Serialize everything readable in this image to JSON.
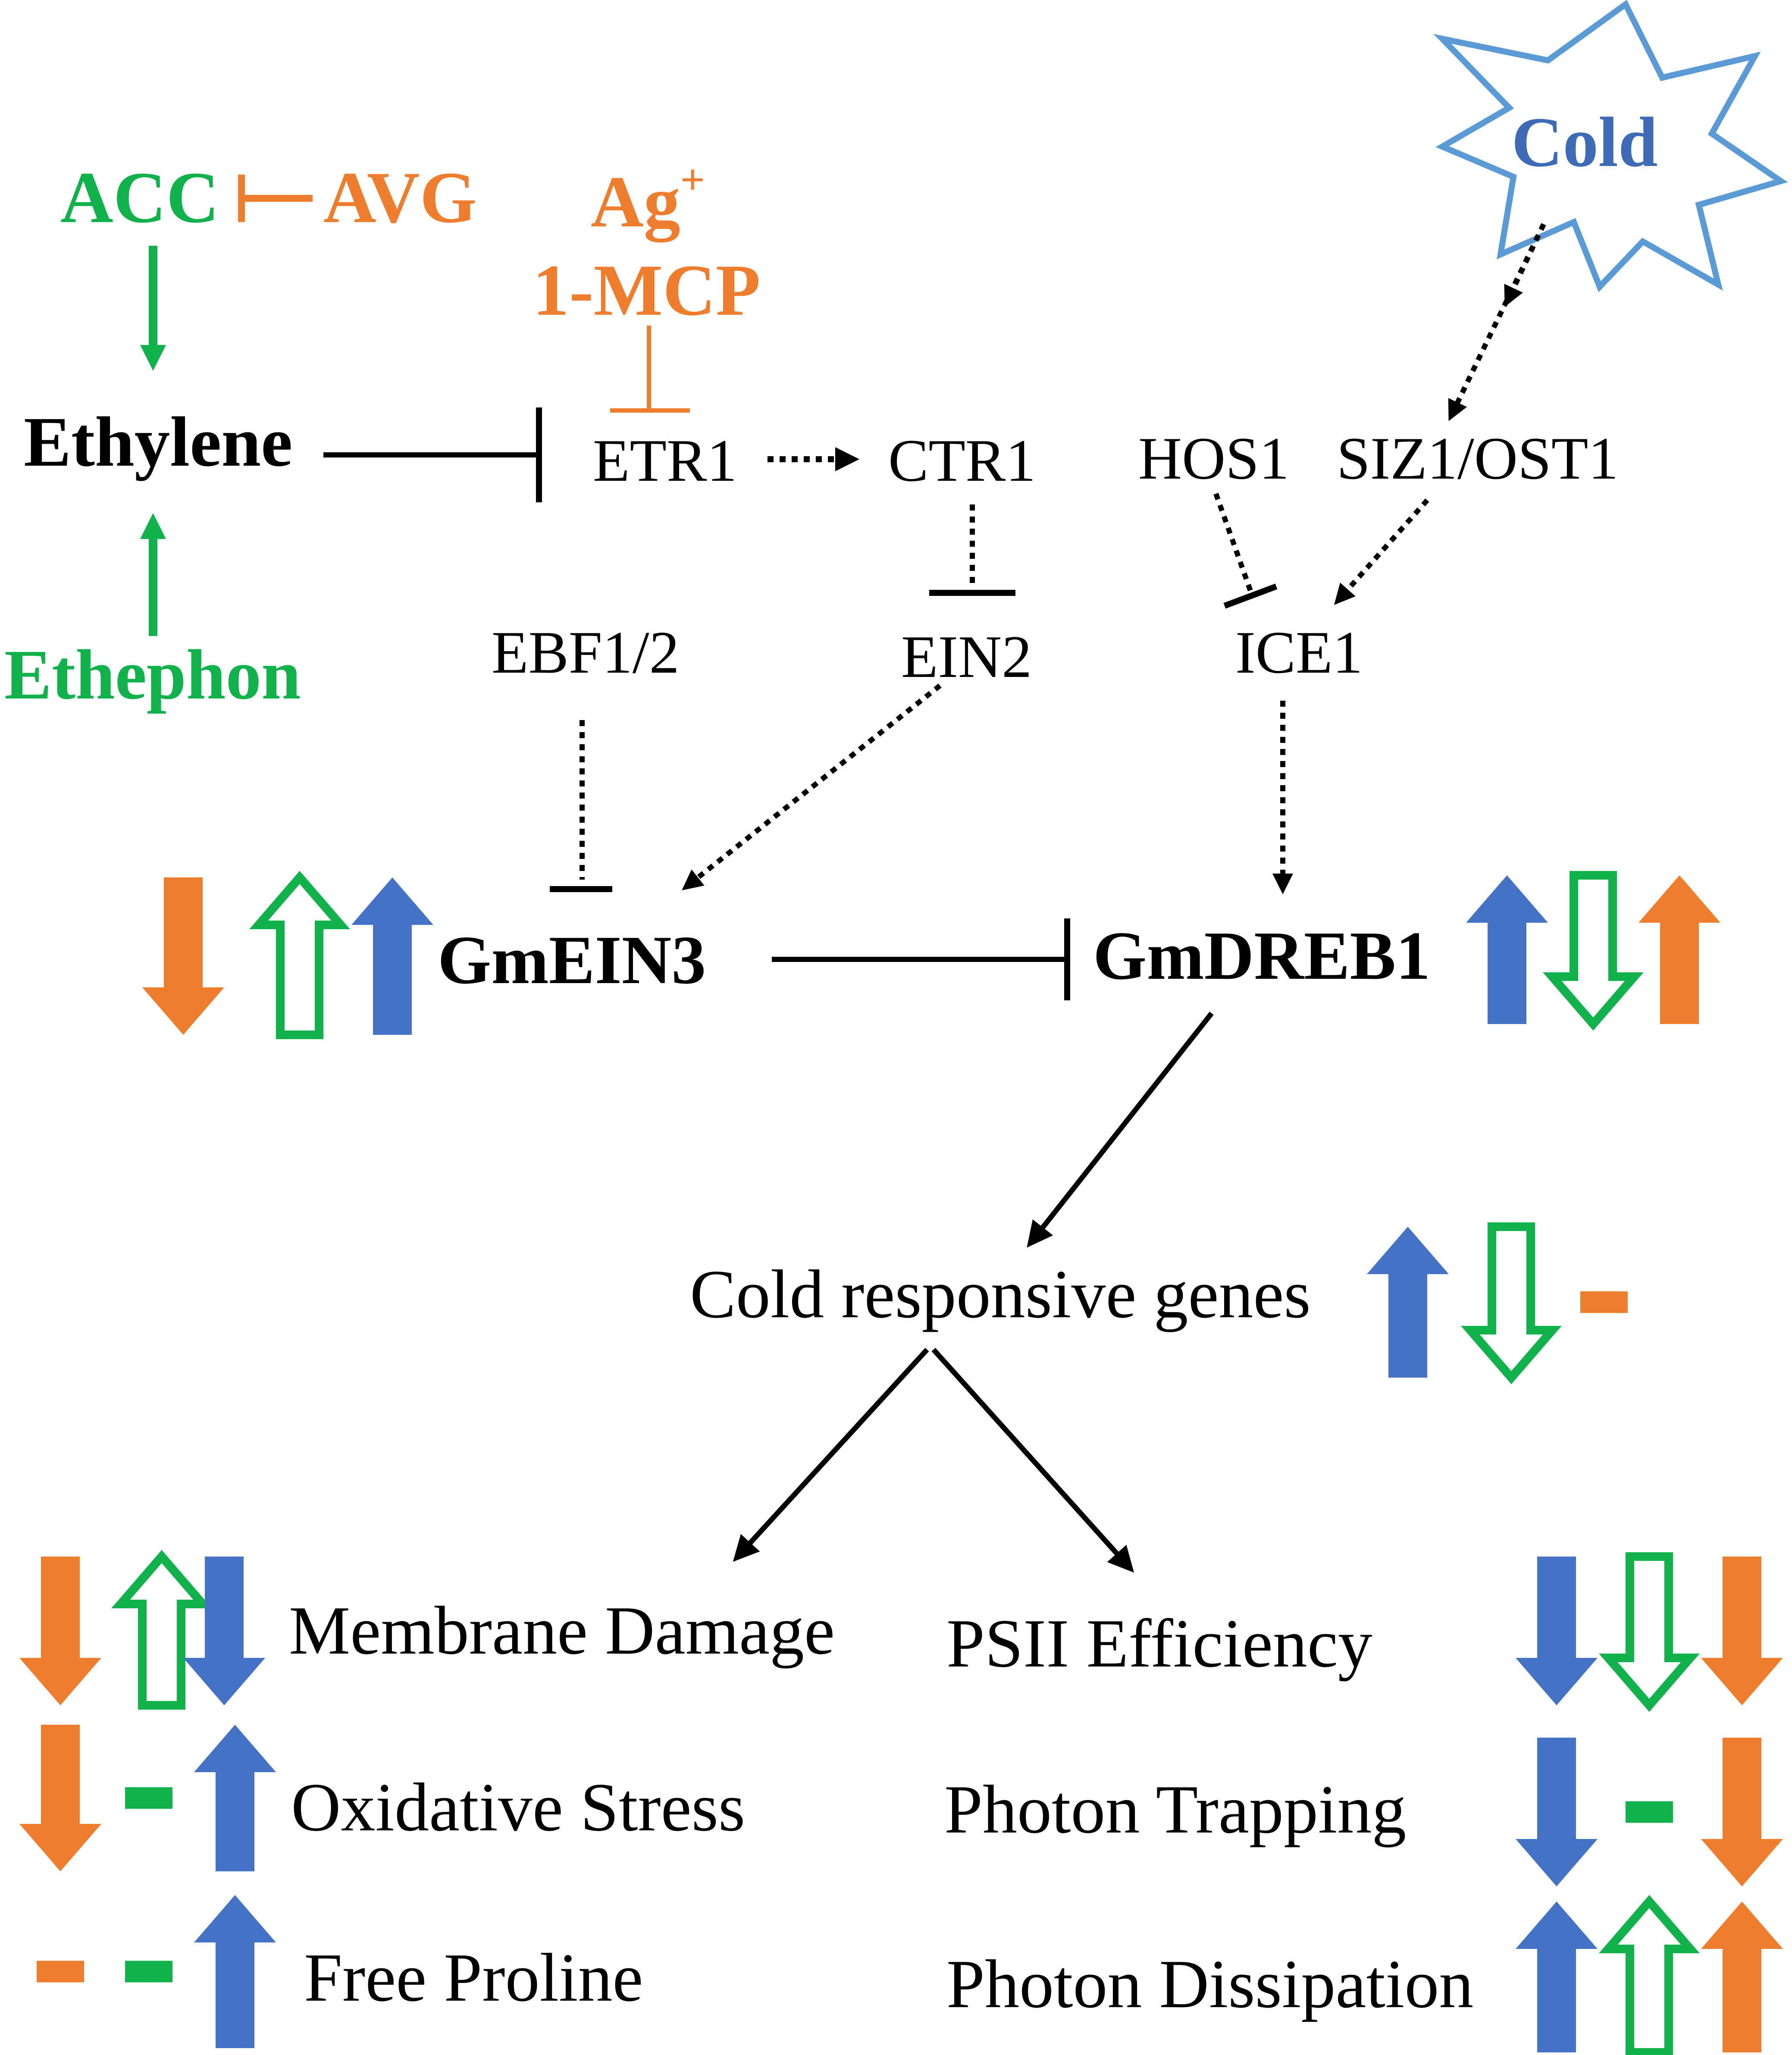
{
  "colors": {
    "green": "#11b14b",
    "orange": "#ef7d2e",
    "blue": "#4472c4",
    "black": "#000000",
    "cold_burst_stroke": "#5b9bd5",
    "cold_text": "#3d6bb5"
  },
  "labels": {
    "acc": "ACC",
    "avg": "AVG",
    "ethylene": "Ethylene",
    "ethephon": "Ethephon",
    "ag": "Ag",
    "ag_sup": "+",
    "mcp": "1-MCP",
    "etr1": "ETR1",
    "ctr1": "CTR1",
    "ein2": "EIN2",
    "ebf": "EBF1/2",
    "hos1": "HOS1",
    "siz1": "SIZ1/OST1",
    "ice1": "ICE1",
    "cold": "Cold",
    "gmein3": "GmEIN3",
    "gmdreb1": "GmDREB1",
    "cold_genes": "Cold responsive genes",
    "membrane": "Membrane Damage",
    "oxidative": "Oxidative Stress",
    "proline": "Free Proline",
    "psii": "PSII Efficiency",
    "trapping": "Photon Trapping",
    "dissipation": "Photon Dissipation"
  },
  "indicator_icons": {
    "gmein3": [
      "orange-down",
      "green-outline-up",
      "blue-up"
    ],
    "gmdreb1": [
      "blue-up",
      "green-outline-down",
      "orange-up"
    ],
    "cold_genes": [
      "blue-up",
      "green-outline-down",
      "orange-dash"
    ],
    "membrane": [
      "orange-down",
      "green-outline-up",
      "blue-down"
    ],
    "oxidative": [
      "orange-down",
      "green-dash",
      "blue-up"
    ],
    "proline": [
      "orange-dash",
      "green-dash",
      "blue-up"
    ],
    "psii": [
      "blue-down",
      "green-outline-down",
      "orange-down"
    ],
    "trapping": [
      "blue-down",
      "green-dash",
      "orange-down"
    ],
    "dissipation": [
      "blue-up",
      "green-outline-up",
      "orange-up"
    ]
  }
}
